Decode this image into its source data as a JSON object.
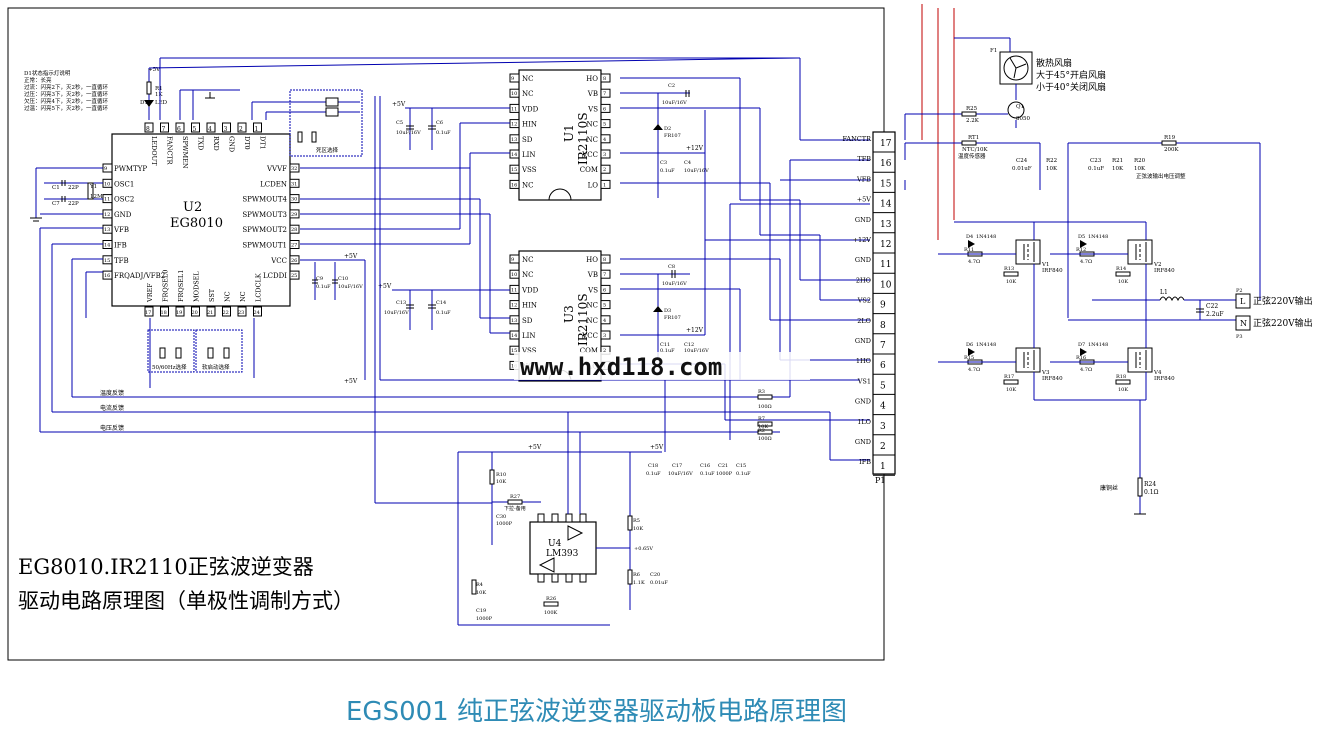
{
  "caption": {
    "prefix": "EGS001",
    "rest": " 纯正弦波逆变器驱动板电路原理图"
  },
  "title": {
    "line1": "EG8010.IR2110正弦波逆变器",
    "line2": "驱动电路原理图（单极性调制方式）"
  },
  "watermark": "www.hxd118.com",
  "led_notes": [
    "D1状态指示灯说明",
    "正常：长亮",
    "过流：闪亮2下，灭2秒，一直循环",
    "过压：闪亮3下，灭2秒，一直循环",
    "欠压：闪亮4下，灭2秒，一直循环",
    "过温：闪亮5下，灭2秒，一直循环"
  ],
  "u2": {
    "ref": "U2",
    "part": "EG8010",
    "top_pins": [
      {
        "n": "8",
        "name": "LEDOUT"
      },
      {
        "n": "7",
        "name": "FANCTR"
      },
      {
        "n": "6",
        "name": "SPWMEN"
      },
      {
        "n": "5",
        "name": "TXD"
      },
      {
        "n": "4",
        "name": "RXD"
      },
      {
        "n": "3",
        "name": "GND"
      },
      {
        "n": "2",
        "name": "DT0"
      },
      {
        "n": "1",
        "name": "DT1"
      }
    ],
    "left_pins": [
      {
        "n": "9",
        "name": "PWMTYP"
      },
      {
        "n": "10",
        "name": "OSC1"
      },
      {
        "n": "11",
        "name": "OSC2"
      },
      {
        "n": "12",
        "name": "GND"
      },
      {
        "n": "13",
        "name": "VFB"
      },
      {
        "n": "14",
        "name": "IFB"
      },
      {
        "n": "15",
        "name": "TFB"
      },
      {
        "n": "16",
        "name": "FRQADJ/VFB2"
      }
    ],
    "bottom_pins": [
      {
        "n": "17",
        "name": "VREF"
      },
      {
        "n": "18",
        "name": "FRQSEL0"
      },
      {
        "n": "19",
        "name": "FRQSEL1"
      },
      {
        "n": "20",
        "name": "MODSEL"
      },
      {
        "n": "21",
        "name": "SST"
      },
      {
        "n": "22",
        "name": "NC"
      },
      {
        "n": "23",
        "name": "NC"
      },
      {
        "n": "24",
        "name": "LCDCLK"
      }
    ],
    "right_pins": [
      {
        "n": "32",
        "name": "VVVF"
      },
      {
        "n": "31",
        "name": "LCDEN"
      },
      {
        "n": "30",
        "name": "SPWMOUT4"
      },
      {
        "n": "29",
        "name": "SPWMOUT3"
      },
      {
        "n": "28",
        "name": "SPWMOUT2"
      },
      {
        "n": "27",
        "name": "SPWMOUT1"
      },
      {
        "n": "26",
        "name": "VCC"
      },
      {
        "n": "25",
        "name": "LCDDI"
      }
    ]
  },
  "ir2110": {
    "part": "IR2110S",
    "refs": [
      "U1",
      "U3"
    ],
    "left_pins": [
      {
        "n": "9",
        "name": "NC"
      },
      {
        "n": "10",
        "name": "NC"
      },
      {
        "n": "11",
        "name": "VDD"
      },
      {
        "n": "12",
        "name": "HIN"
      },
      {
        "n": "13",
        "name": "SD"
      },
      {
        "n": "14",
        "name": "LIN"
      },
      {
        "n": "15",
        "name": "VSS"
      },
      {
        "n": "16",
        "name": "NC"
      }
    ],
    "right_pins": [
      {
        "n": "8",
        "name": "HO"
      },
      {
        "n": "7",
        "name": "VB"
      },
      {
        "n": "6",
        "name": "VS"
      },
      {
        "n": "5",
        "name": "NC"
      },
      {
        "n": "4",
        "name": "NC"
      },
      {
        "n": "3",
        "name": "VCC"
      },
      {
        "n": "2",
        "name": "COM"
      },
      {
        "n": "1",
        "name": "LO"
      }
    ]
  },
  "connector": {
    "ref": "P1",
    "pins": [
      {
        "n": "17",
        "name": "FANCTR"
      },
      {
        "n": "16",
        "name": "TFB"
      },
      {
        "n": "15",
        "name": "VFB"
      },
      {
        "n": "14",
        "name": "+5V"
      },
      {
        "n": "13",
        "name": "GND"
      },
      {
        "n": "12",
        "name": "+12V"
      },
      {
        "n": "11",
        "name": "GND"
      },
      {
        "n": "10",
        "name": "2HO"
      },
      {
        "n": "9",
        "name": "VS2"
      },
      {
        "n": "8",
        "name": "2LO"
      },
      {
        "n": "7",
        "name": "GND"
      },
      {
        "n": "6",
        "name": "1HO"
      },
      {
        "n": "5",
        "name": "VS1"
      },
      {
        "n": "4",
        "name": "GND"
      },
      {
        "n": "3",
        "name": "1LO"
      },
      {
        "n": "2",
        "name": "GND"
      },
      {
        "n": "1",
        "name": "IFB"
      }
    ]
  },
  "lm393": {
    "ref": "U4",
    "part": "LM393"
  },
  "fan": {
    "ref": "F1",
    "lines": [
      "散热风扇",
      "大于45°开启风扇",
      "小于40°关闭风扇"
    ]
  },
  "sense_labels": {
    "temp": "温度反馈",
    "current": "电流反馈",
    "voltage": "电压反馈"
  },
  "jumper_labels": {
    "dead_time": "死区选择",
    "freq": "50/60Hz选择",
    "soft_start": "软启动选择"
  },
  "outputs": {
    "p2": "P2",
    "p3": "P3",
    "l": "L",
    "n": "N",
    "l_label": "正弦220V输出",
    "n_label": "正弦220V输出"
  },
  "mosfets": [
    {
      "ref": "V1",
      "part": "IRF840"
    },
    {
      "ref": "V2",
      "part": "IRF840"
    },
    {
      "ref": "V3",
      "part": "IRF840"
    },
    {
      "ref": "V4",
      "part": "IRF840"
    }
  ],
  "diodes": [
    {
      "ref": "D4",
      "part": "1N4148"
    },
    {
      "ref": "D5",
      "part": "1N4148"
    },
    {
      "ref": "D6",
      "part": "1N4148"
    },
    {
      "ref": "D7",
      "part": "1N4148"
    }
  ],
  "gate_res": [
    {
      "ref": "R11",
      "val": "4.7Ω"
    },
    {
      "ref": "R12",
      "val": "4.7Ω"
    },
    {
      "ref": "R15",
      "val": "4.7Ω"
    },
    {
      "ref": "R16",
      "val": "4.7Ω"
    }
  ],
  "gs_res": [
    {
      "ref": "R13",
      "val": "10K"
    },
    {
      "ref": "R14",
      "val": "10K"
    },
    {
      "ref": "R17",
      "val": "10K"
    },
    {
      "ref": "R18",
      "val": "10K"
    }
  ],
  "misc": {
    "ntc": "NTC/10K",
    "ntc_ref": "RT1",
    "ntc_note": "温度传感器",
    "r25": "R25",
    "r25_v": "2.2K",
    "q1": "Q1",
    "q1_v": "8050",
    "r19": "R19",
    "r19_v": "200K",
    "r20": "R20",
    "r20_v": "10K",
    "r20_note": "正弦波输出电压调整",
    "r21": "R21",
    "r21_v": "10K",
    "r22": "R22",
    "r22_v": "10K",
    "c23": "C23",
    "c23_v": "0.1uF",
    "c24": "C24",
    "c24_v": "0.01uF",
    "l1": "L1",
    "c22": "C22",
    "c22_v": "2.2uF",
    "r24": "R24",
    "r24_v": "0.1Ω",
    "kangtong": "康铜丝",
    "r1": "R1",
    "r1_v": "1K",
    "d1": "D1",
    "d1_v": "LED",
    "d2": "D2",
    "d2_v": "FR107",
    "d3": "D3",
    "d3_v": "FR107",
    "c2": "C2",
    "c2_v": "10uF/16V",
    "c8": "C8",
    "c8_v": "10uF/16V",
    "c3": "C3",
    "c3_v": "0.1uF",
    "c4": "C4",
    "c4_v": "10uF/16V",
    "c11": "C11",
    "c11_v": "0.1uF",
    "c12": "C12",
    "c12_v": "10uF/16V",
    "c5": "C5",
    "c5_v": "10uF/16V",
    "c6": "C6",
    "c6_v": "0.1uF",
    "c13": "C13",
    "c13_v": "10uF/16V",
    "c14": "C14",
    "c14_v": "0.1uF",
    "c9": "C9",
    "c9_v": "0.1uF",
    "c10": "C10",
    "c10_v": "10uF/16V",
    "c1": "C1",
    "c1_v": "22P",
    "c7": "C7",
    "c7_v": "22P",
    "y1": "Y1",
    "y1_v": "12M",
    "r3": "R3",
    "r3_v": "100Ω",
    "r7": "R7",
    "r7_v": "10K",
    "r2": "R2",
    "r2_v": "100Ω",
    "r10": "R10",
    "r10_v": "10K",
    "r27": "R27",
    "r27_v": "下拉-备用",
    "c30": "C30",
    "c30_v": "1000P",
    "r5": "R5",
    "r5_v": "10K",
    "r6": "R6",
    "r6_v": "1.1K",
    "c20": "C20",
    "c20_v": "0.01uF",
    "r4": "R4",
    "r4_v": "10K",
    "c19": "C19",
    "c19_v": "1000P",
    "r26": "R26",
    "r26_v": "100K",
    "c18": "C18",
    "c18_v": "0.1uF",
    "c17": "C17",
    "c17_v": "10uF/16V",
    "c16": "C16",
    "c16_v": "0.1uF",
    "c21": "C21",
    "c21_v": "1000P",
    "c15": "C15",
    "c15_v": "0.1uF",
    "vref065": "+0.65V"
  },
  "net": {
    "p5v": "+5V",
    "p12v": "+12V",
    "gnd": "GND"
  }
}
